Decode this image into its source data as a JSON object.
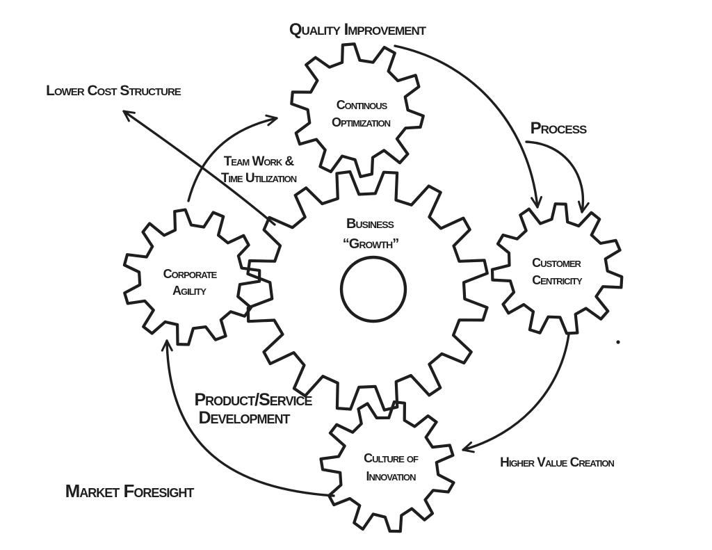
{
  "colors": {
    "ink": "#1e1e1e",
    "background": "#ffffff"
  },
  "gears": {
    "center": {
      "line1": "Business",
      "line2": "“Growth”"
    },
    "top": {
      "line1": "Continous",
      "line2": "Optimization"
    },
    "left": {
      "line1": "Corporate",
      "line2": "Agility"
    },
    "right": {
      "line1": "Customer",
      "line2": "Centricity"
    },
    "bottom": {
      "line1": "Culture of",
      "line2": "Innovation"
    }
  },
  "annotations": {
    "quality_improvement": "Quality Improvement",
    "lower_cost_structure": "Lower Cost Structure",
    "process": "Process",
    "teamwork_line1": "Team Work &",
    "teamwork_line2": "Time Utilization",
    "product_service_line1": "Product/Service",
    "product_service_line2": "Development",
    "market_foresight": "Market Foresight",
    "higher_value_creation": "Higher Value Creation"
  }
}
